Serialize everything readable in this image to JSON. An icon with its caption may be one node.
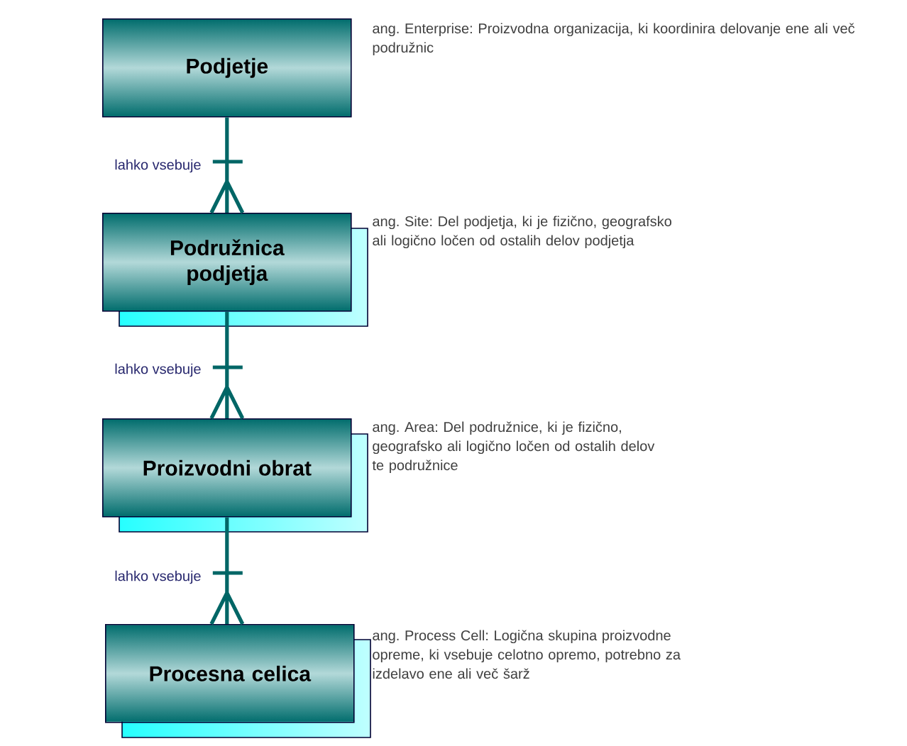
{
  "diagram": {
    "nodes": [
      {
        "text": [
          "Podjetje"
        ],
        "beside": [
          "ang. Enterprise: Proizvodna organizacija, ki koordinira delovanje ene ali več podružnic"
        ]
      },
      {
        "text": [
          "Podružnica podjetja"
        ],
        "beside": [
          "ang. Site: Del podjetja, ki je fizično, geografsko ali logično ločen od ostalih delov podjetja"
        ]
      },
      {
        "text": [
          "Proizvodni obrat"
        ],
        "beside": [
          "ang. Area: Del podružnice, ki je fizično, geografsko ali logično ločen od ostalih delov te podružnice"
        ]
      },
      {
        "text": [
          "Procesna celica"
        ],
        "beside": [
          "ang. Process Cell: Logična skupina proizvodne opreme, ki vsebuje celotno opremo, potrebno za izdelavo ene ali več šarž"
        ]
      }
    ],
    "edges": [
      {
        "from": 0,
        "to": 1,
        "arrow": "other",
        "label": "lahko vsebuje"
      },
      {
        "from": 1,
        "to": 2,
        "arrow": "other",
        "label": "lahko vsebuje"
      },
      {
        "from": 2,
        "to": 3,
        "arrow": "other",
        "label": "lahko vsebuje"
      }
    ]
  }
}
